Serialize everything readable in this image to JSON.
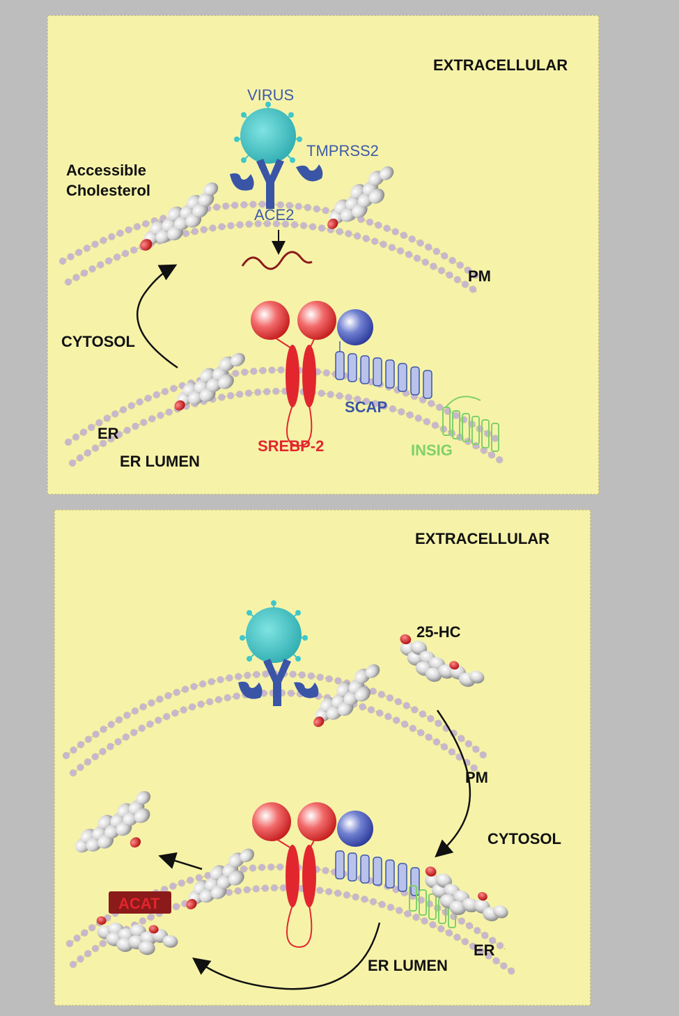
{
  "top_panel": {
    "extracellular": "EXTRACELLULAR",
    "virus": "VIRUS",
    "tmprss2": "TMPRSS2",
    "ace2": "ACE2",
    "accessible_cholesterol_1": "Accessible",
    "accessible_cholesterol_2": "Cholesterol",
    "pm": "PM",
    "cytosol": "CYTOSOL",
    "scap": "SCAP",
    "er": "ER",
    "srebp2": "SREBP-2",
    "insig": "INSIG",
    "er_lumen": "ER LUMEN"
  },
  "bottom_panel": {
    "extracellular": "EXTRACELLULAR",
    "hc25": "25-HC",
    "pm": "PM",
    "cytosol": "CYTOSOL",
    "acat": "ACAT",
    "er_lumen": "ER LUMEN",
    "er": "ER"
  },
  "colors": {
    "background": "#bdbdbd",
    "panel": "#f6f3a9",
    "membrane_head": "#e6d8ea",
    "virus": "#3fc7c9",
    "ace2": "#3a55a6",
    "srebp2": "#e2262e",
    "scap": "#3a55a6",
    "insig": "#7fd06a",
    "sterol": "#cfcfcf",
    "acat_box": "#8b1a1a"
  }
}
